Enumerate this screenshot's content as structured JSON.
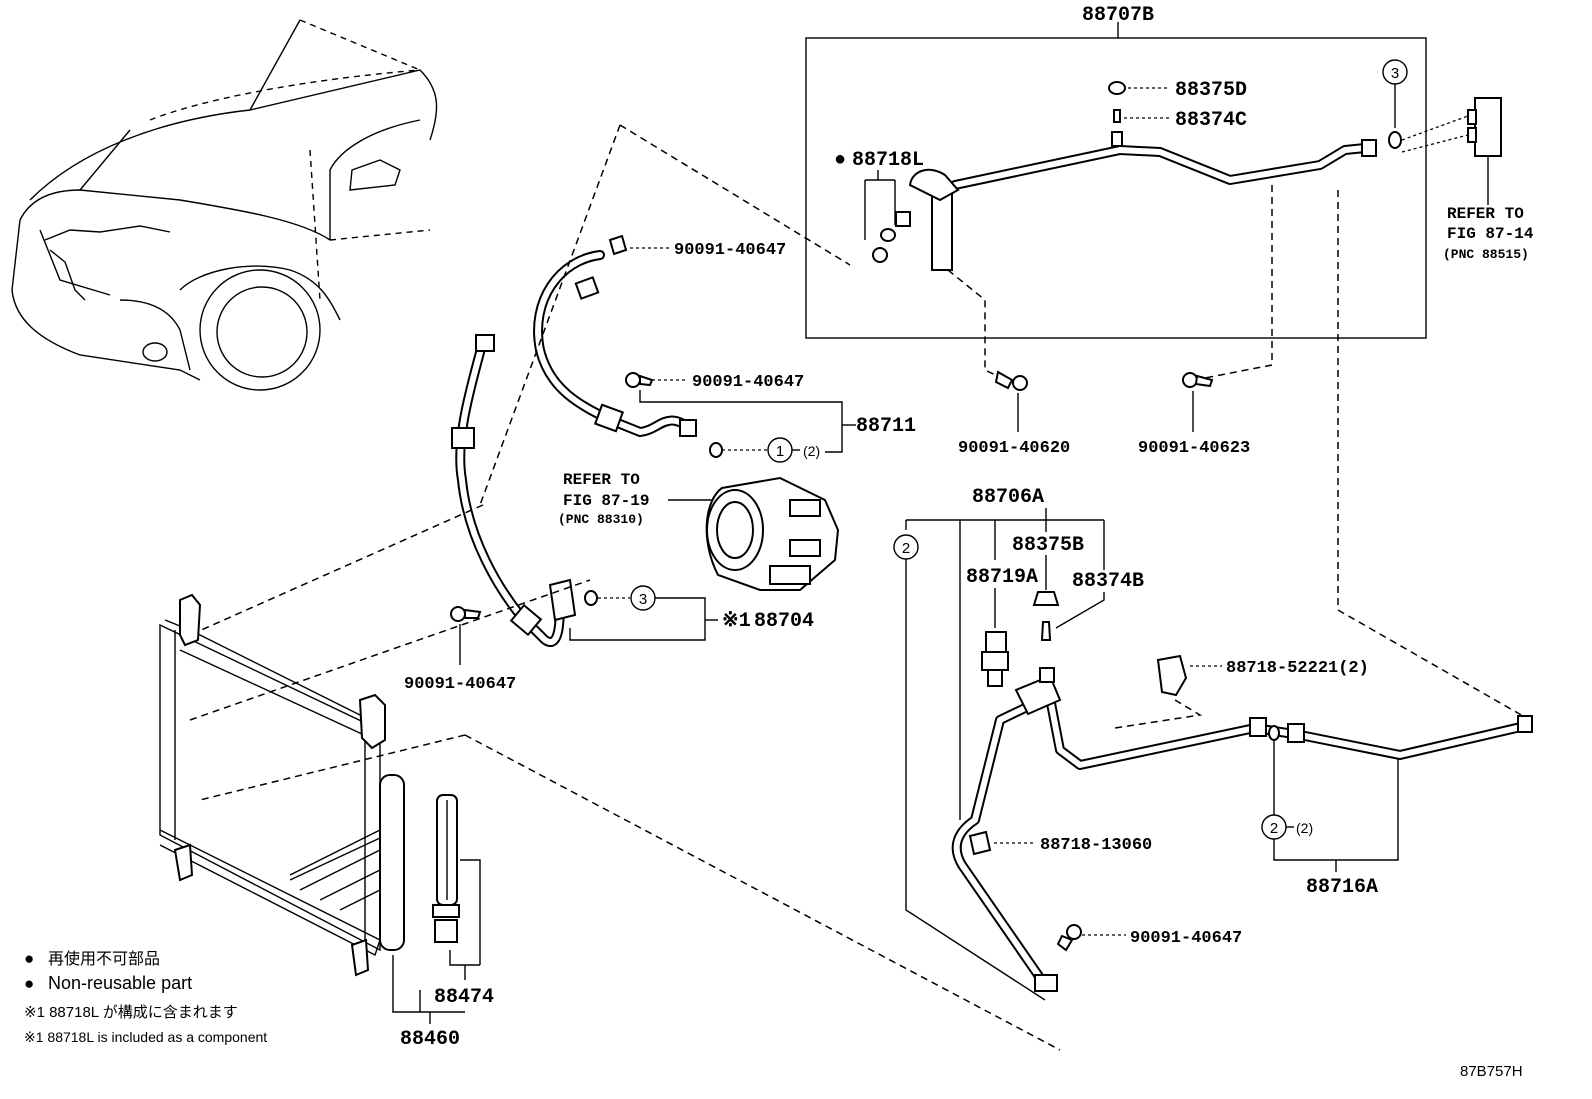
{
  "diagram_id": "87B757H",
  "callouts": {
    "p88707B": "88707B",
    "p88375D": "88375D",
    "p88374C": "88374C",
    "p88718L": "88718L",
    "p88718L_mark": "●",
    "ref_8714_l1": "REFER TO",
    "ref_8714_l2": "FIG 87-14",
    "ref_8714_l3": "(PNC 88515)",
    "circ3_top": "3",
    "b1_90091_40647": "90091-40647",
    "b2_90091_40647": "90091-40647",
    "p88711": "88711",
    "circ1": "1",
    "circ1_qty": "(2)",
    "ref_8719_l1": "REFER TO",
    "ref_8719_l2": "FIG 87-19",
    "ref_8719_l3": "(PNC 88310)",
    "b_90091_40620": "90091-40620",
    "b_90091_40623": "90091-40623",
    "circ3_mid": "3",
    "p88704_mark": "※1",
    "p88704": "88704",
    "b3_90091_40647": "90091-40647",
    "p88706A": "88706A",
    "circ2_left": "2",
    "p88375B": "88375B",
    "p88719A": "88719A",
    "p88374B": "88374B",
    "p88718_52221": "88718-52221(2)",
    "p88718_13060": "88718-13060",
    "circ2_right": "2",
    "circ2_right_qty": "(2)",
    "p88716A": "88716A",
    "b4_90091_40647": "90091-40647",
    "p88474": "88474",
    "p88460": "88460"
  },
  "legend": {
    "line1_mark": "●",
    "line1": "再使用不可部品",
    "line2_mark": "●",
    "line2": "Non-reusable part",
    "line3": "※1 88718L が構成に含まれます",
    "line4": "※1 88718L  is included as a component"
  }
}
